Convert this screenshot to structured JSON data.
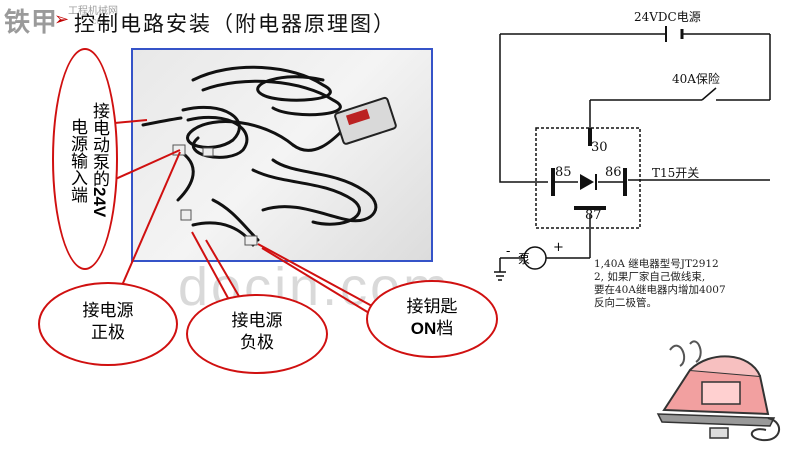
{
  "header": {
    "watermark_logo": "铁甲",
    "watermark_site": "工程机械网",
    "watermark_url": "com",
    "title": "控制电路安装（附电器原理图）"
  },
  "watermark": "docin.com",
  "callouts": {
    "pump_input_line1": "接电动泵的",
    "pump_input_bold": "24V",
    "pump_input_line2": "电源输入端",
    "positive_line1": "接电源",
    "positive_line2": "正极",
    "negative_line1": "接电源",
    "negative_line2": "负极",
    "key_line1": "接钥匙",
    "key_bold": "ON",
    "key_line2": "档"
  },
  "circuit": {
    "power_label": "24VDC电源",
    "fuse_label": "40A保险",
    "switch_label": "T15开关",
    "pin_30": "30",
    "pin_85": "85",
    "pin_86": "86",
    "pin_87": "87",
    "pump_label": "泵",
    "minus": "-",
    "plus": "+"
  },
  "notes": [
    "1,40A 继电器型号JT2912",
    "2, 如果厂家自己做线束,",
    "要在40A继电器内增加4007",
    "反向二极管。"
  ],
  "colors": {
    "accent_red": "#d01010",
    "frame_blue": "#3553c8"
  }
}
